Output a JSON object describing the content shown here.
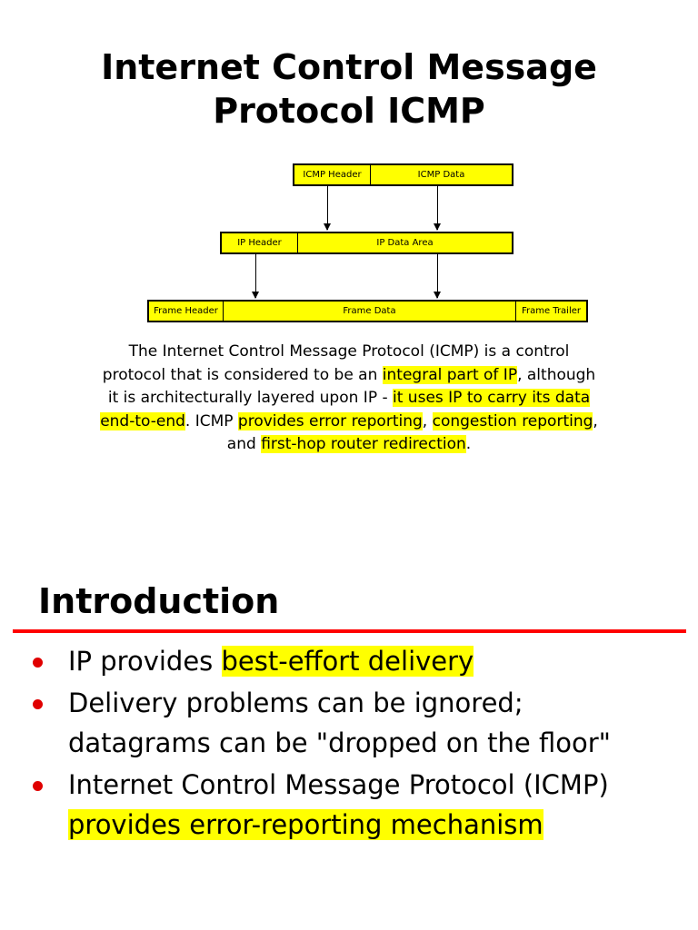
{
  "title": {
    "line1": "Internet Control Message",
    "line2": "Protocol ICMP"
  },
  "diagram": {
    "icmp_row": {
      "header": "ICMP Header",
      "data": "ICMP Data"
    },
    "ip_row": {
      "header": "IP Header",
      "data": "IP Data Area"
    },
    "frame_row": {
      "header": "Frame Header",
      "data": "Frame Data",
      "trailer": "Frame Trailer"
    },
    "highlight_color": "#ffff00"
  },
  "description": {
    "p1": "The Internet Control Message Protocol (ICMP) is a control protocol that is considered to be an ",
    "h1": "integral part of IP",
    "p2": ", although it is architecturally layered upon IP - ",
    "h2": "it uses IP to carry its data end-to-end",
    "p3": ". ICMP ",
    "h3": "provides error reporting",
    "p4": ", ",
    "h4": "congestion reporting",
    "p5": ", and ",
    "h5": "first-hop router redirection",
    "p6": "."
  },
  "section": {
    "title": "Introduction",
    "rule_color": "#ff0000",
    "bullet_color": "#e00000",
    "bullets": [
      {
        "text": "IP provides ",
        "highlight": "best-effort delivery"
      },
      {
        "line1": "Delivery problems can be ignored;",
        "line2": "datagrams can be \"dropped on the floor\""
      },
      {
        "line1": "Internet Control Message Protocol (ICMP)",
        "highlight": "provides error-reporting mechanism"
      }
    ]
  }
}
